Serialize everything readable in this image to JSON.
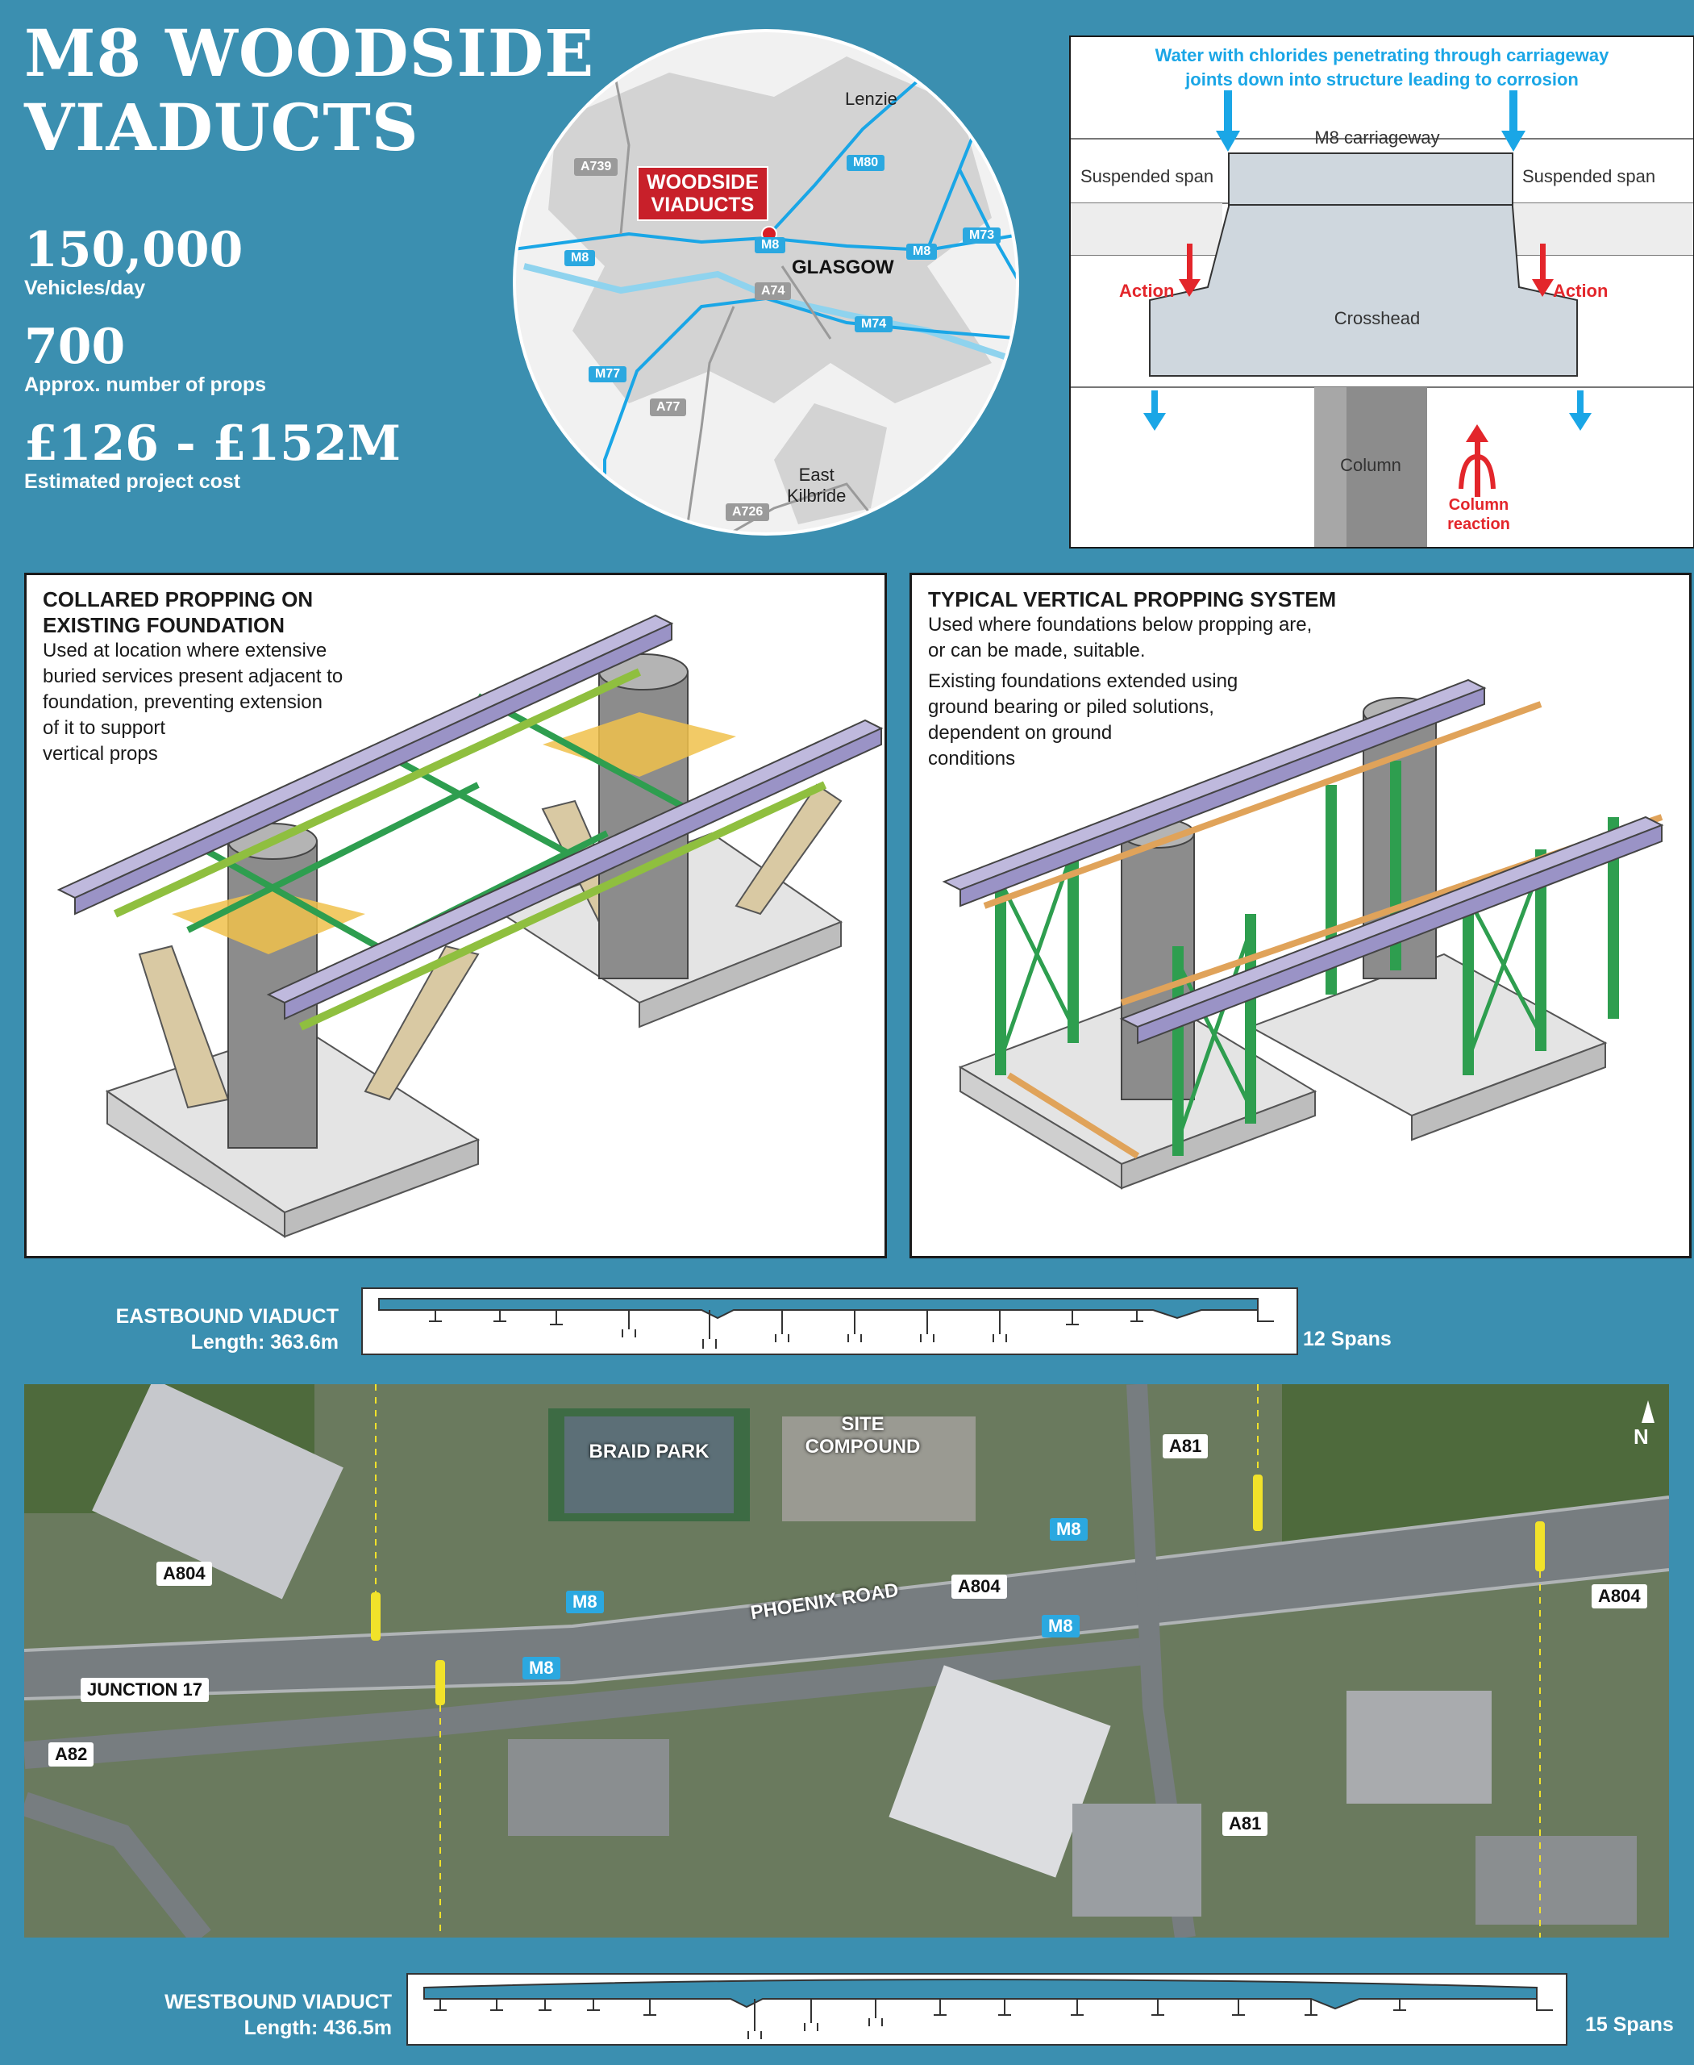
{
  "header": {
    "title_line1": "M8 WOODSIDE",
    "title_line2": "VIADUCTS"
  },
  "stats": [
    {
      "value": "150,000",
      "label": "Vehicles/day"
    },
    {
      "value": "700",
      "label": "Approx. number of props"
    },
    {
      "value": "£126 - £152M",
      "label": "Estimated project cost"
    }
  ],
  "locator_map": {
    "highlight": "WOODSIDE VIADUCTS",
    "highlight_line1": "WOODSIDE",
    "highlight_line2": "VIADUCTS",
    "city": "GLASGOW",
    "places": [
      "Lenzie",
      "East Kilbride"
    ],
    "place_ek_1": "East",
    "place_ek_2": "Kilbride",
    "road_labels": [
      "A739",
      "M80",
      "M8",
      "M8",
      "M8",
      "M73",
      "A74",
      "M74",
      "M77",
      "A77",
      "A726"
    ]
  },
  "section_diagram": {
    "note_line1": "Water with chlorides penetrating through carriageway",
    "note_line2": "joints down into structure leading to corrosion",
    "carriageway": "M8 carriageway",
    "suspended_left": "Suspended span",
    "suspended_right": "Suspended span",
    "action_left": "Action",
    "action_right": "Action",
    "crosshead": "Crosshead",
    "column": "Column",
    "column_reaction_1": "Column",
    "column_reaction_2": "reaction",
    "colors": {
      "water": "#1aa6e6",
      "action": "#e3262b"
    }
  },
  "panels": {
    "collared": {
      "heading1": "COLLARED PROPPING ON",
      "heading2": "EXISTING FOUNDATION",
      "text": [
        "Used at location where extensive",
        "buried services present adjacent to",
        "foundation, preventing extension",
        "of it to support",
        "vertical props"
      ]
    },
    "vertical": {
      "heading": "TYPICAL VERTICAL PROPPING SYSTEM",
      "text1": [
        "Used where foundations below propping are,",
        "or can be made, suitable."
      ],
      "text2": [
        "Existing foundations extended using",
        "ground bearing or piled solutions,",
        "dependent on ground",
        "conditions"
      ]
    }
  },
  "eastbound": {
    "name": "EASTBOUND VIADUCT",
    "length": "Length: 363.6m",
    "spans": "12 Spans"
  },
  "westbound": {
    "name": "WESTBOUND VIADUCT",
    "length": "Length: 436.5m",
    "spans": "15 Spans"
  },
  "aerial": {
    "braid_park": "BRAID PARK",
    "site_1": "SITE",
    "site_2": "COMPOUND",
    "a81_top": "A81",
    "a81_bottom": "A81",
    "a804_left": "A804",
    "a804_mid": "A804",
    "a804_right": "A804",
    "junction": "JUNCTION 17",
    "a82": "A82",
    "phoenix": "PHOENIX ROAD",
    "m8_tags": [
      "M8",
      "M8",
      "M8",
      "M8"
    ],
    "north": "N"
  }
}
